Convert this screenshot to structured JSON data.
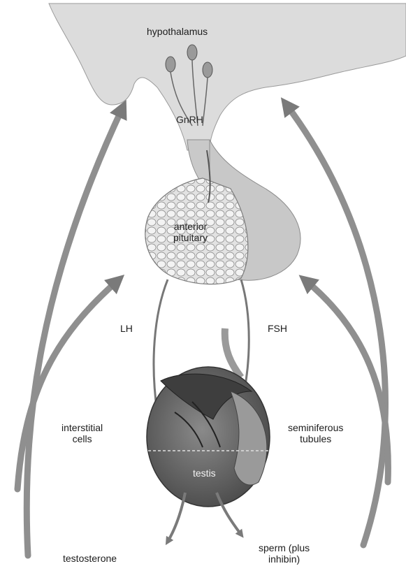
{
  "labels": {
    "hypothalamus": "hypothalamus",
    "gnrh": "GnRH",
    "anterior_pituitary": [
      "anterior",
      "pituitary"
    ],
    "lh": "LH",
    "fsh": "FSH",
    "interstitial_cells": [
      "interstitial",
      "cells"
    ],
    "seminiferous_tubules": [
      "seminiferous",
      "tubules"
    ],
    "testis": "testis",
    "testosterone": "testosterone",
    "sperm_inhibin": [
      "sperm (plus",
      "inhibin)"
    ]
  },
  "colors": {
    "hypothalamus_fill": "#dcdcdc",
    "pituitary_fill": "#d6d6d6",
    "testis_dark": "#5a5a5a",
    "testis_light": "#8a8a8a",
    "arrow_fill": "#8f8f8f",
    "arrow_edge": "#5c5c5c"
  }
}
